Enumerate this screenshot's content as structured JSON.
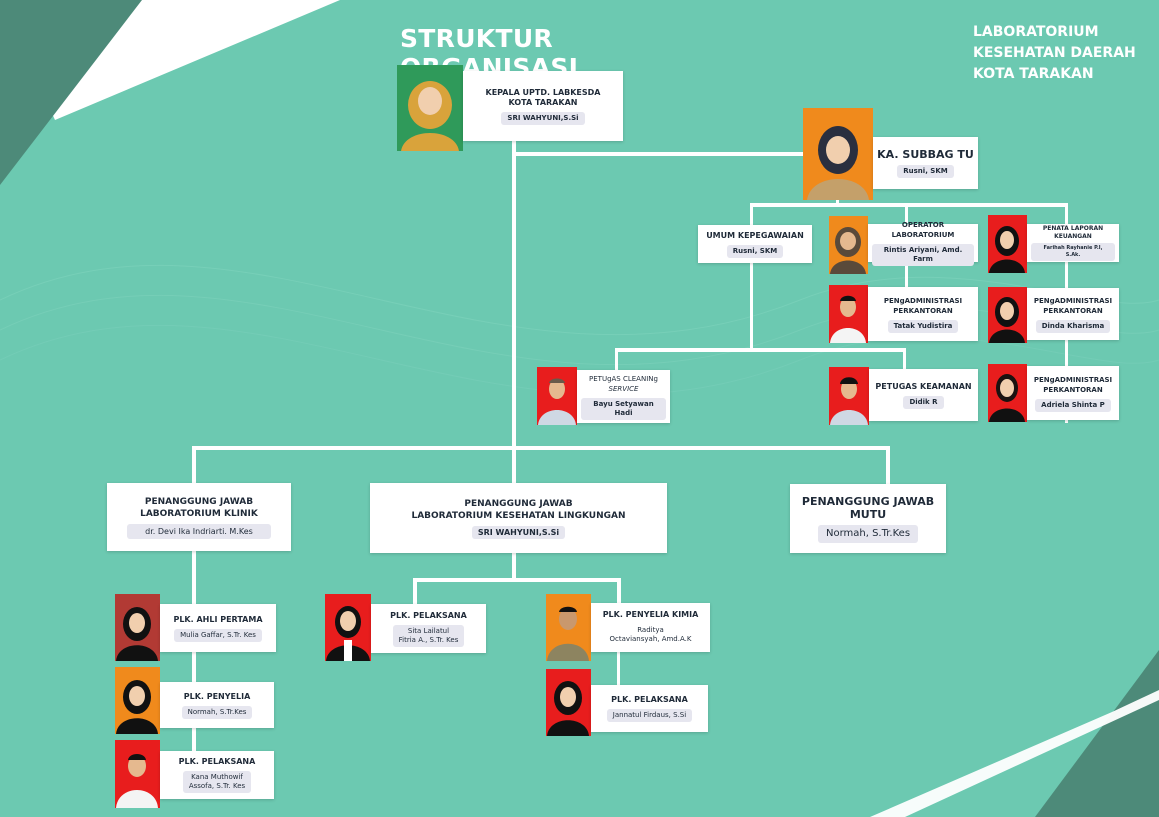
{
  "header": {
    "title": "STRUKTUR ORGANISASI",
    "lab_line1": "LABORATORIUM",
    "lab_line2": "KESEHATAN DAERAH",
    "lab_line3": "KOTA TARAKAN"
  },
  "kepala": {
    "line1": "KEPALA UPTD. LABKESDA",
    "line2": "KOTA TARAKAN",
    "name": "SRI WAHYUNI,S.Si"
  },
  "subbag": {
    "title": "KA. SUBBAG TU",
    "name": "Rusni, SKM"
  },
  "umum": {
    "title": "UMUM KEPEGAWAIAN",
    "name": "Rusni, SKM"
  },
  "operator": {
    "title": "OPERATOR LABORATORIUM",
    "name": "Rintis Ariyani, Amd. Farm"
  },
  "penata": {
    "line1": "PENATA LAPORAN",
    "line2": "KEUANGAN",
    "name": "Farihah Rayhanie P.I, S.Ak."
  },
  "pengadm1": {
    "line1": "PENgADMINISTRASI",
    "line2": "PERKANTORAN",
    "name": "Tatak Yudistira"
  },
  "pengadm2": {
    "line1": "PENgADMINISTRASI",
    "line2": "PERKANTORAN",
    "name": "Dinda Kharisma"
  },
  "pengadm3": {
    "line1": "PENgADMINISTRASI",
    "line2": "PERKANTORAN",
    "name": "Adriela Shinta P"
  },
  "cleaning": {
    "line1": "PETUgAS CLEANINg",
    "line2": "SERVICE",
    "name": "Bayu Setyawan Hadi"
  },
  "keamanan": {
    "title": "PETUGAS KEAMANAN",
    "name": "Didik R"
  },
  "klinik": {
    "line1": "PENANGGUNG JAWAB",
    "line2": "LABORATORIUM KLINIK",
    "name": "dr. Devi Ika Indriarti. M.Kes"
  },
  "lingkungan": {
    "line1": "PENANGGUNG JAWAB",
    "line2": "LABORATORIUM KESEHATAN LINGKUNGAN",
    "name": "SRI WAHYUNI,S.Si"
  },
  "mutu": {
    "line1": "PENANGGUNG JAWAB",
    "line2": "MUTU",
    "name": "Normah, S.Tr.Kes"
  },
  "ahli": {
    "title": "PLK. AHLI PERTAMA",
    "name": "Mulia Gaffar, S.Tr. Kes"
  },
  "penyelia": {
    "title": "PLK. PENYELIA",
    "name": "Normah, S.Tr.Kes"
  },
  "pelaksana_klinik": {
    "title": "PLK. PELAKSANA",
    "name1": "Kana Muthowif",
    "name2": "Assofa, S.Tr. Kes"
  },
  "pelaksana_ling1": {
    "title": "PLK. PELAKSANA",
    "name1": "Sita Lailatul",
    "name2": "Fitria A., S.Tr. Kes"
  },
  "penyelia_kimia": {
    "title": "PLK. PENYELIA KIMIA",
    "name1": "Raditya",
    "name2": "Octaviansyah, Amd.A.K"
  },
  "pelaksana_ling2": {
    "title": "PLK. PELAKSANA",
    "name": "Jannatul Firdaus, S.Si"
  },
  "colors": {
    "background": "#6cc9b1",
    "dark_teal": "#4d8a79",
    "card": "#ffffff",
    "name_chip": "#e6e6ef"
  }
}
